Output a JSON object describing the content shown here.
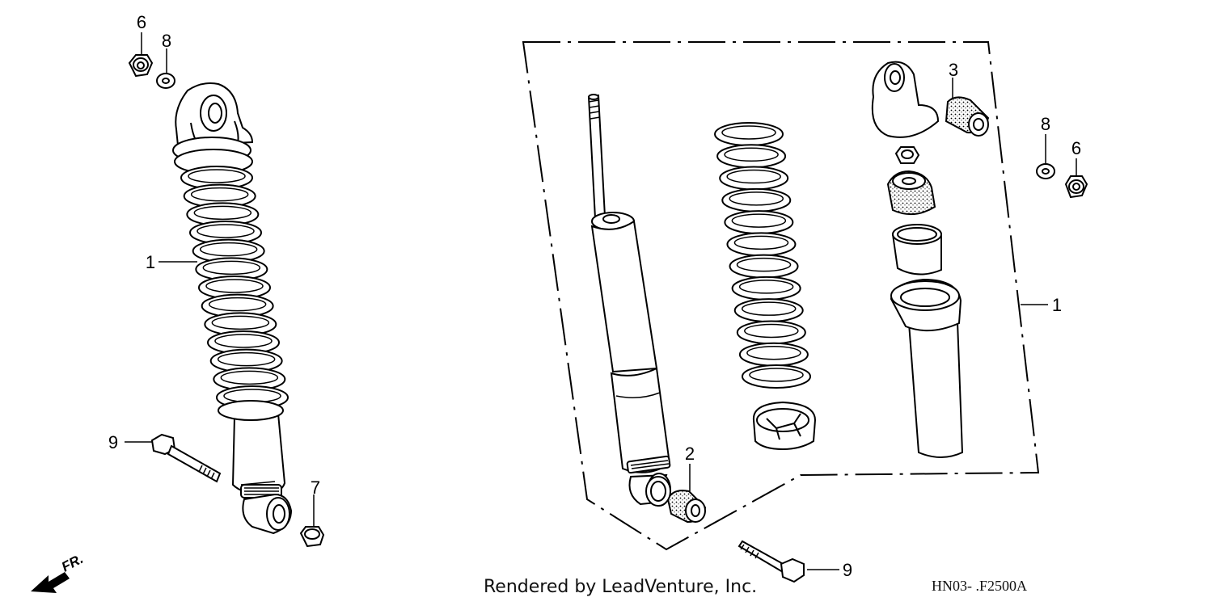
{
  "diagram": {
    "callouts": {
      "left_6": "6",
      "left_8": "8",
      "left_1": "1",
      "left_9": "9",
      "left_7": "7",
      "exploded_2": "2",
      "exploded_3": "3",
      "right_8": "8",
      "right_6": "6",
      "right_1": "1",
      "bottom_9": "9"
    },
    "direction_label": "FR."
  },
  "footer": {
    "credit": "Rendered by LeadVenture, Inc.",
    "diagram_code": "HN03- .F2500A"
  }
}
